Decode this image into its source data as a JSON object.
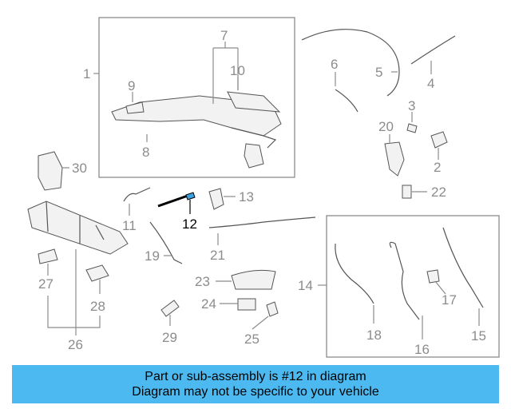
{
  "callouts": [
    "1",
    "2",
    "3",
    "4",
    "5",
    "6",
    "7",
    "8",
    "9",
    "10",
    "11",
    "12",
    "13",
    "14",
    "15",
    "16",
    "17",
    "18",
    "19",
    "20",
    "21",
    "22",
    "23",
    "24",
    "25",
    "26",
    "27",
    "28",
    "29",
    "30"
  ],
  "highlighted_part": "12",
  "banner": {
    "line1": "Part or sub-assembly is #12 in diagram",
    "line2": "Diagram may not be specific to your vehicle",
    "background": "#4cbaf0"
  },
  "colors": {
    "label": "#8c8c8c",
    "highlight": "#000000"
  }
}
